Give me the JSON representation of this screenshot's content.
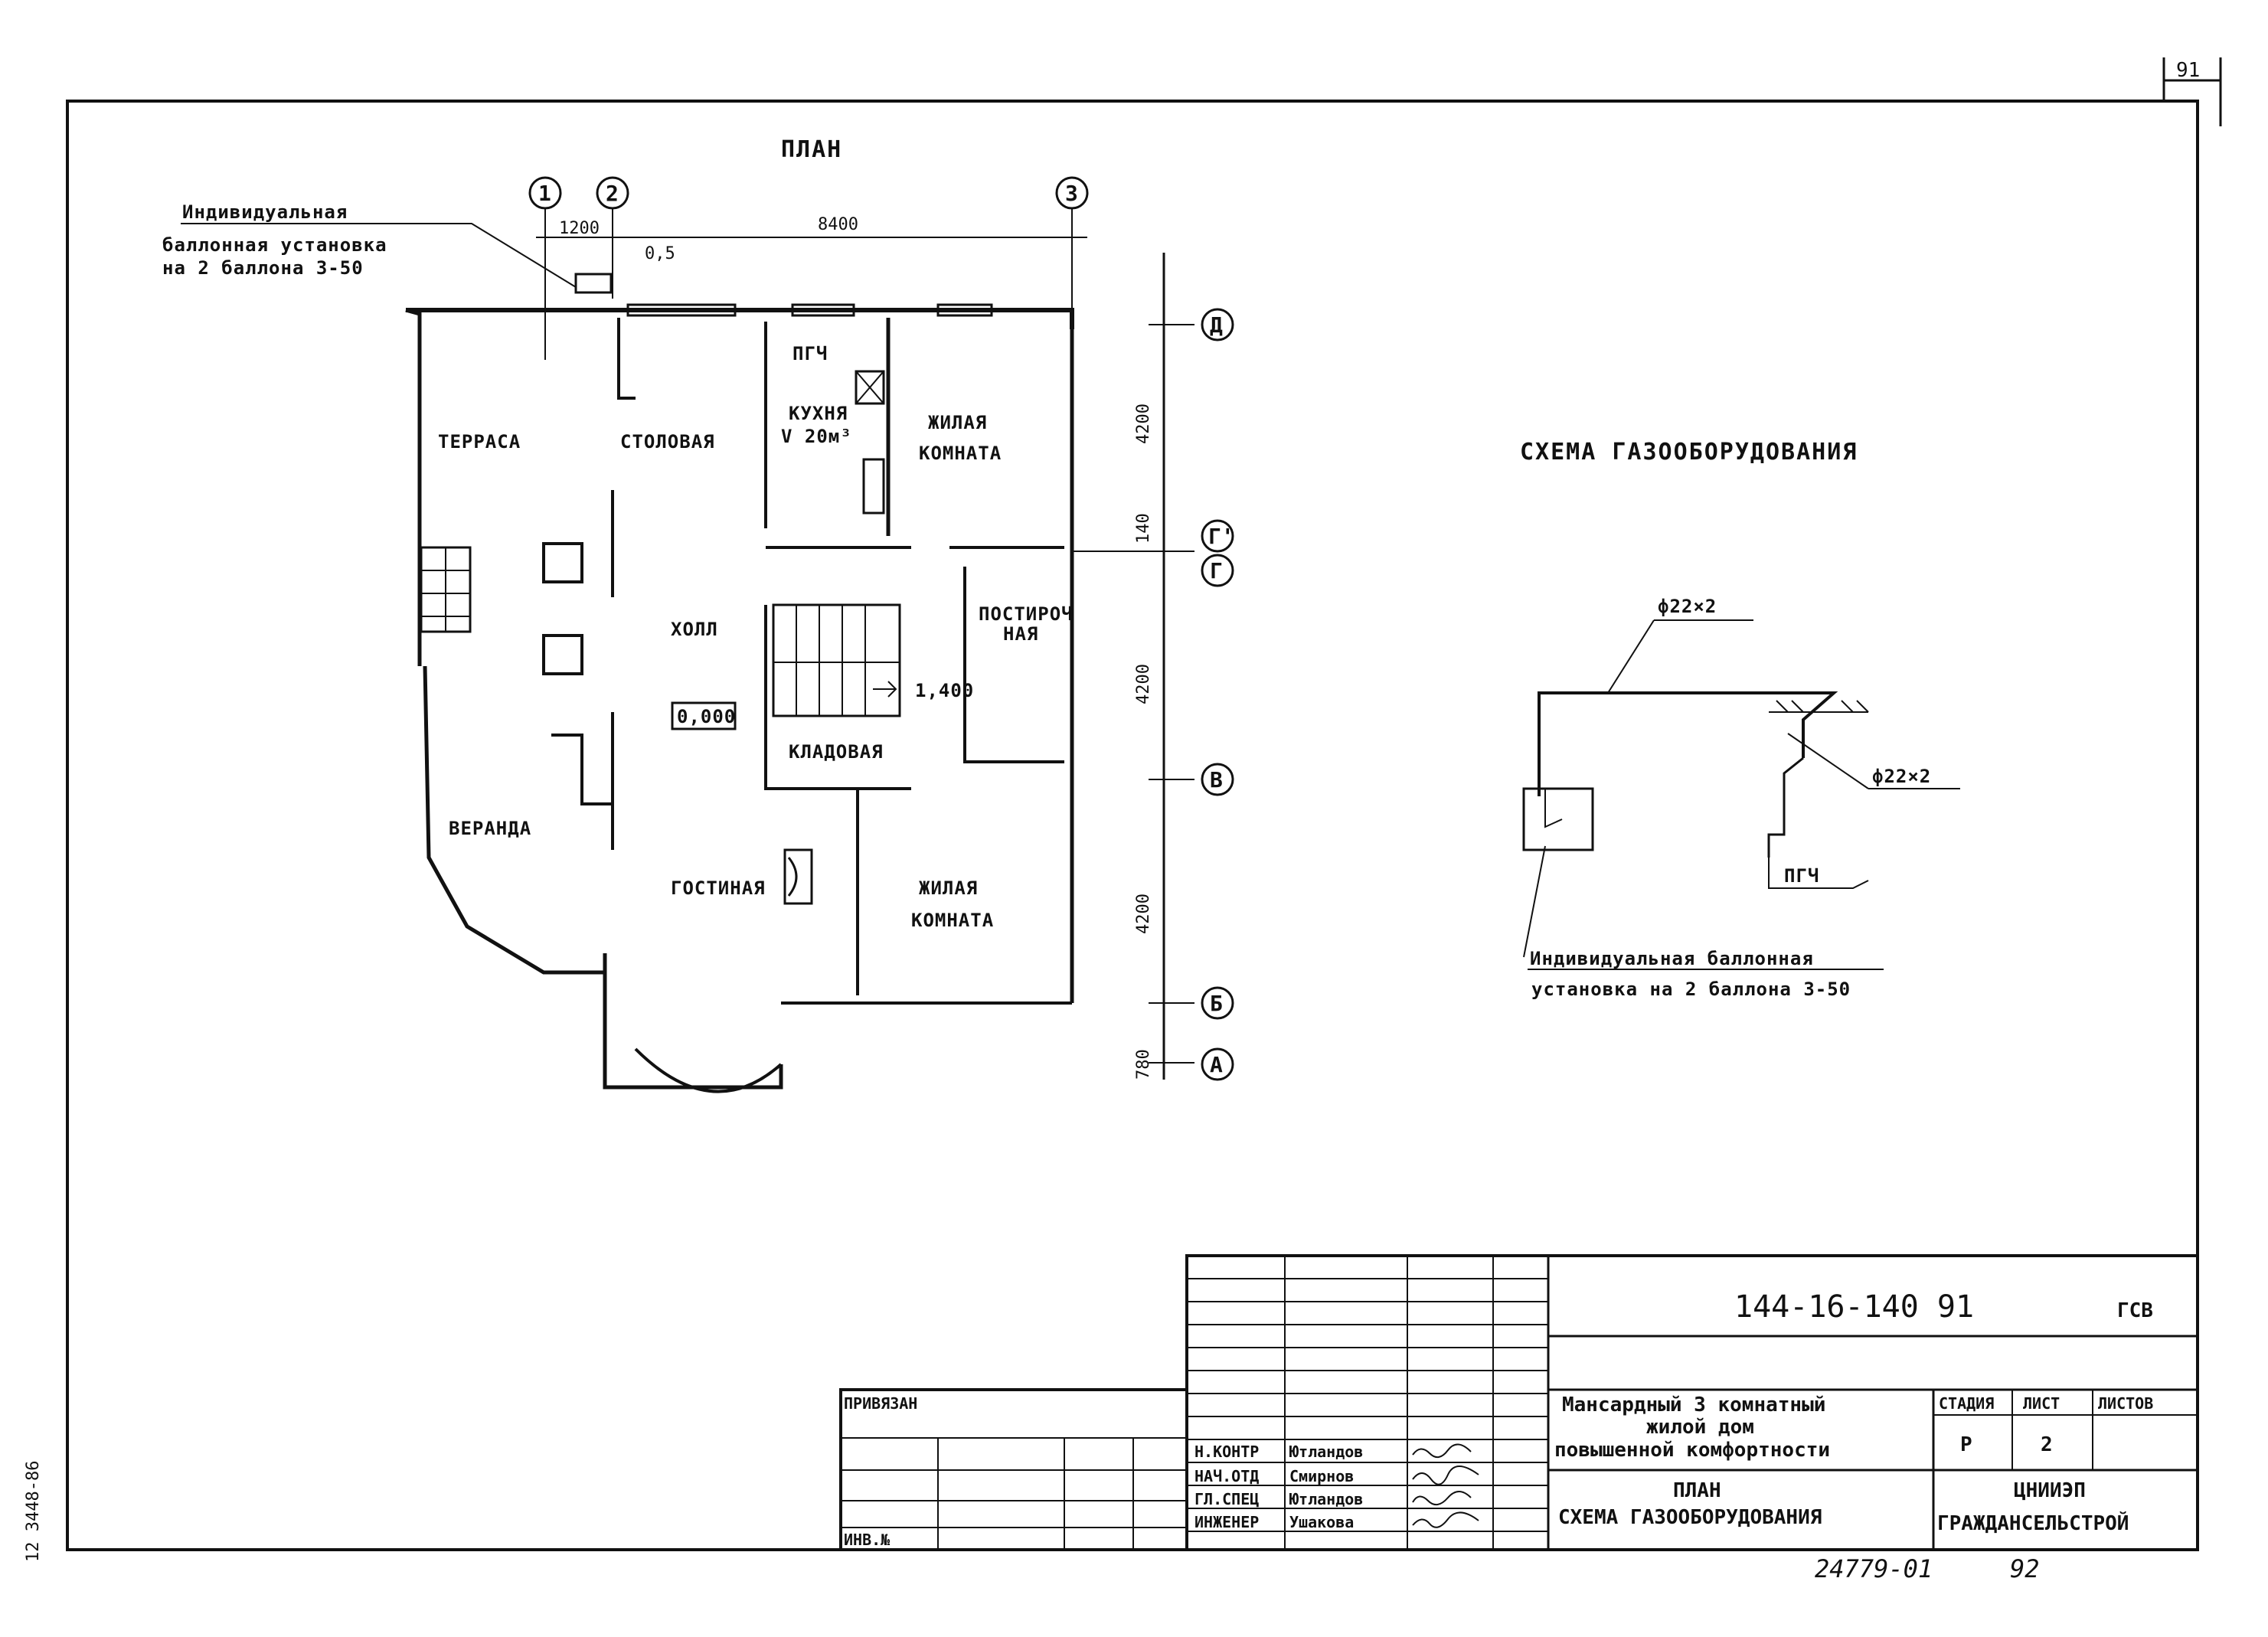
{
  "page_number": "91",
  "plan": {
    "title": "ПЛАН",
    "cylinder_note": [
      "Индивидуальная",
      "баллонная установка",
      "на 2 баллона 3-50"
    ],
    "axes": {
      "vertical": [
        "1",
        "2",
        "3"
      ],
      "horizontal": [
        "Д",
        "Г'",
        "Г",
        "В",
        "Б",
        "А"
      ]
    },
    "dims_top": [
      "1200",
      "8400",
      "0,5"
    ],
    "dims_right": [
      "4200",
      "140",
      "4200",
      "4200",
      "780"
    ],
    "rooms": {
      "terrace": "ТЕРРАСА",
      "dining": "СТОЛОВАЯ",
      "kitchen": "КУХНЯ",
      "kitchen_volume": "V 20м³",
      "pgch": "ПГЧ",
      "living1": [
        "ЖИЛАЯ",
        "КОМНАТА"
      ],
      "hall": "ХОЛЛ",
      "laundry": [
        "ПОСТИРОЧ",
        "НАЯ"
      ],
      "pantry": "КЛАДОВАЯ",
      "level_mark": "0,000",
      "level_mark2": "1,400",
      "veranda": "ВЕРАНДА",
      "lounge": "ГОСТИНАЯ",
      "living2": [
        "ЖИЛАЯ",
        "КОМНАТА"
      ]
    }
  },
  "gas_scheme": {
    "title": "СХЕМА ГАЗООБОРУДОВАНИЯ",
    "pipe_label_1": "ф22×2",
    "pipe_label_2": "ф22×2",
    "pgch": "ПГЧ",
    "cylinder_note": [
      "Индивидуальная баллонная",
      "установка на 2 баллона 3-50"
    ]
  },
  "title_block": {
    "doc_code": "144-16-140 91",
    "section": "ГСВ",
    "binding_label": "ПРИВЯЗАН",
    "inv_label": "ИНВ.№",
    "project_name": [
      "Мансардный 3 комнатный",
      "жилой дом",
      "повышенной комфортности"
    ],
    "stage_header": "СТАДИЯ",
    "sheet_header": "ЛИСТ",
    "sheets_header": "ЛИСТОВ",
    "stage_value": "Р",
    "sheet_value": "2",
    "drawing_name": [
      "ПЛАН",
      "СХЕМА ГАЗООБОРУДОВАНИЯ"
    ],
    "org": [
      "ЦНИИЭП",
      "ГРАЖДАНСЕЛЬСТРОЙ"
    ],
    "staff": [
      {
        "role": "Н.КОНТР",
        "name": "Ютландов"
      },
      {
        "role": "НАЧ.ОТД",
        "name": "Смирнов"
      },
      {
        "role": "ГЛ.СПЕЦ",
        "name": "Ютландов"
      },
      {
        "role": "ИНЖЕНЕР",
        "name": "Ушакова"
      }
    ]
  },
  "footer": {
    "number": "24779-01",
    "page": "92"
  },
  "margin_note": "12 3448-86"
}
